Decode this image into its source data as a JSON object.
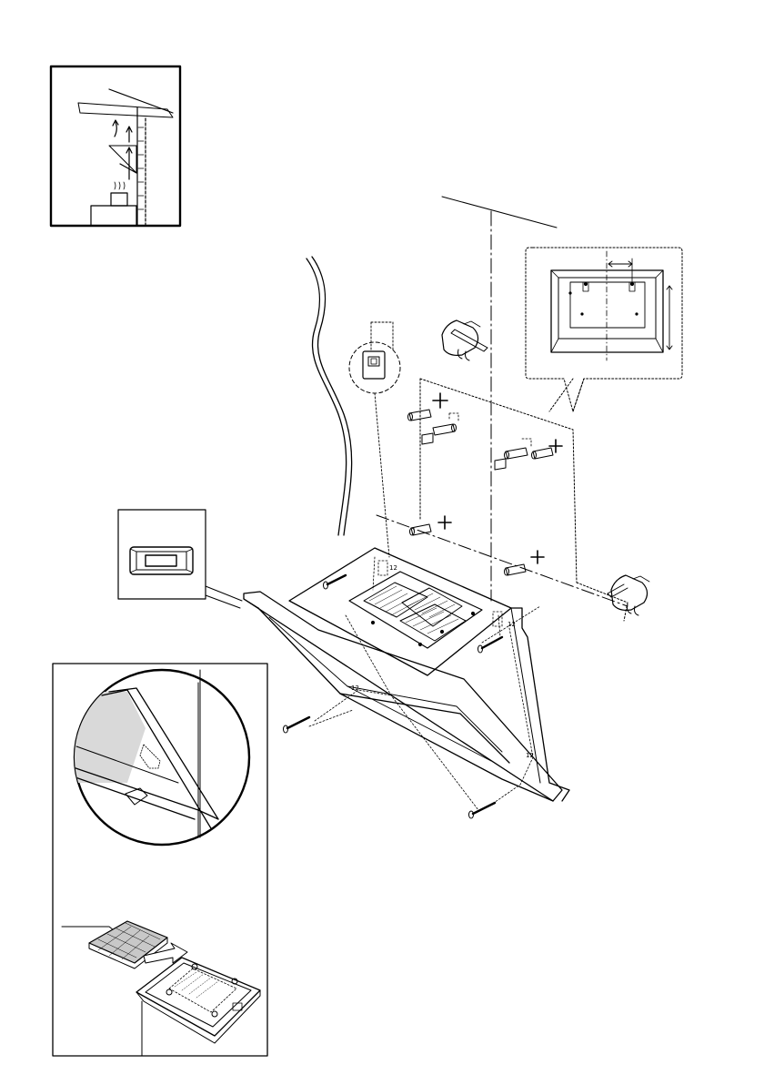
{
  "diagram": {
    "labels": {
      "screw_size_1": "12",
      "screw_size_2": "12",
      "screw_size_3": "12",
      "screw_size_4": "12"
    },
    "icons": {
      "drill": "drill-icon",
      "marker": "pencil-icon",
      "screw": "screw-icon",
      "wall_plug": "wall-plug-icon",
      "hook": "hook-bracket-icon",
      "filter": "carbon-filter-icon"
    },
    "colors": {
      "line": "#000000",
      "filter_fill": "#c8c8c8",
      "glass_fill": "#d9d9d9"
    }
  }
}
